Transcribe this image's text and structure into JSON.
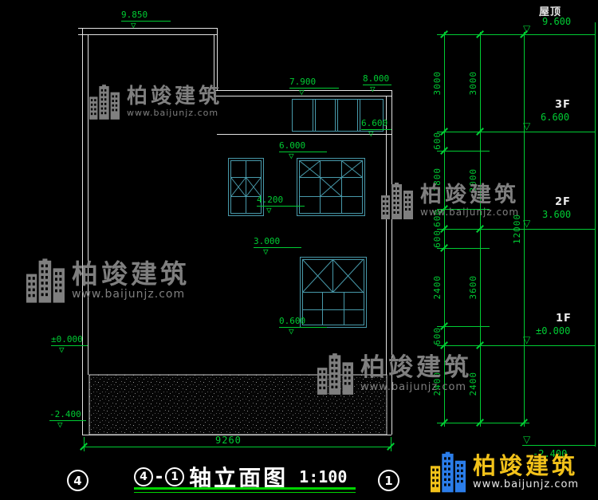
{
  "drawing": {
    "title": {
      "axis_start": "4",
      "separator": "-",
      "axis_end": "1",
      "name": "轴立面图",
      "scale": "1:100"
    },
    "axis_bubble_left": "4",
    "axis_bubble_right": "1",
    "bottom_dimension": "9260"
  },
  "elevation_markers": [
    {
      "value": "9.850"
    },
    {
      "value": "7.900"
    },
    {
      "value": "8.000"
    },
    {
      "value": "6.600"
    },
    {
      "value": "6.000"
    },
    {
      "value": "4.200"
    },
    {
      "value": "3.000"
    },
    {
      "value": "0.600"
    },
    {
      "value": "±0.000"
    },
    {
      "value": "-2.400"
    }
  ],
  "dimensions": {
    "chain_inner": [
      "3000",
      "600",
      "1800",
      "600",
      "600",
      "2400",
      "600",
      "2400"
    ],
    "chain_outer": [
      "3000",
      "3000",
      "3600",
      "2400"
    ],
    "total": "12000"
  },
  "floors": [
    {
      "label": "屋顶",
      "elevation": "9.600"
    },
    {
      "label": "3F",
      "elevation": "6.600"
    },
    {
      "label": "2F",
      "elevation": "3.600"
    },
    {
      "label": "1F",
      "elevation": "±0.000"
    },
    {
      "label": "",
      "elevation": "-2.400"
    }
  ],
  "watermark": {
    "brand": "柏竣建筑",
    "url": "www.baijunjz.com"
  },
  "icons": {
    "elevation_triangle": "▽"
  },
  "colors": {
    "dimension_green": "#00cc33",
    "line_white": "#e2e2e2",
    "window_cyan": "#4899aa",
    "watermark_gray": "#7f7f7f",
    "logo_blue": "#2b7de9",
    "logo_yellow": "#f2c21a"
  }
}
